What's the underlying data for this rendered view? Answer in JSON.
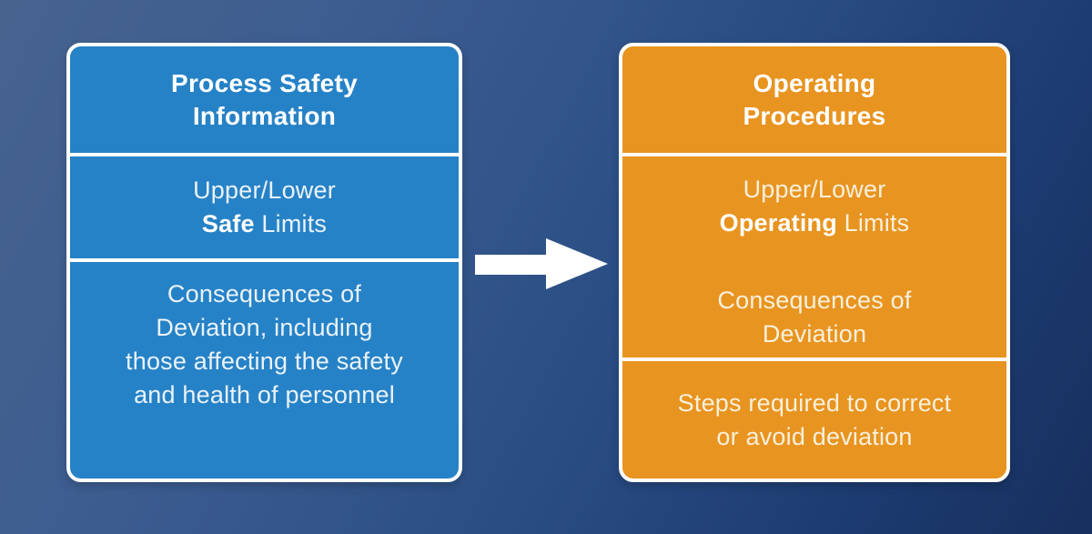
{
  "background": {
    "gradient_start": "#47638e",
    "gradient_end": "#172f5e"
  },
  "arrow": {
    "name": "right-arrow",
    "direction": "right",
    "color": "#ffffff"
  },
  "left_box": {
    "color": "#2682c6",
    "border_color": "#ffffff",
    "title_line1": "Process Safety",
    "title_line2": "Information",
    "limits": {
      "line1": "Upper/Lower",
      "bold_word": "Safe",
      "rest": "Limits"
    },
    "consequences": {
      "line1": "Consequences of",
      "line2": "Deviation, including",
      "line3": "those affecting the safety",
      "line4": "and health of personnel"
    }
  },
  "right_box": {
    "color": "#e89420",
    "border_color": "#ffffff",
    "title_line1": "Operating",
    "title_line2": "Procedures",
    "limits": {
      "line1": "Upper/Lower",
      "bold_word": "Operating",
      "rest": "Limits"
    },
    "consequences": {
      "line1": "Consequences of",
      "line2": "Deviation"
    },
    "steps": {
      "line1": "Steps required to correct",
      "line2": "or avoid deviation"
    }
  }
}
